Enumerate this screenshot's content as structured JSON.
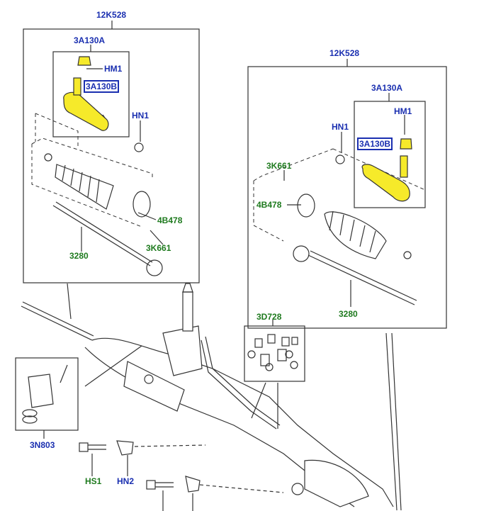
{
  "labels": {
    "asm_left_top": "12K528",
    "asm_right_top": "12K528",
    "tierod_end_left": "3A130A",
    "tierod_end_right": "3A130A",
    "nut_left": "HM1",
    "nut_right": "HM1",
    "end_b_left": "3A130B",
    "end_b_right": "3A130B",
    "hn1_left": "HN1",
    "hn1_right": "HN1",
    "clip_left": "4B478",
    "clip_right": "4B478",
    "boot_left": "3K661",
    "boot_right": "3K661",
    "rod_left": "3280",
    "rod_right": "3280",
    "seal_kit": "3D728",
    "valve": "3N803",
    "bolt_hs1": "HS1",
    "bracket_hn2": "HN2"
  },
  "colors": {
    "line": "#333333",
    "highlight": "#f6ea2a",
    "label_blue": "#1a2fb0",
    "label_green": "#1e7a1e"
  }
}
